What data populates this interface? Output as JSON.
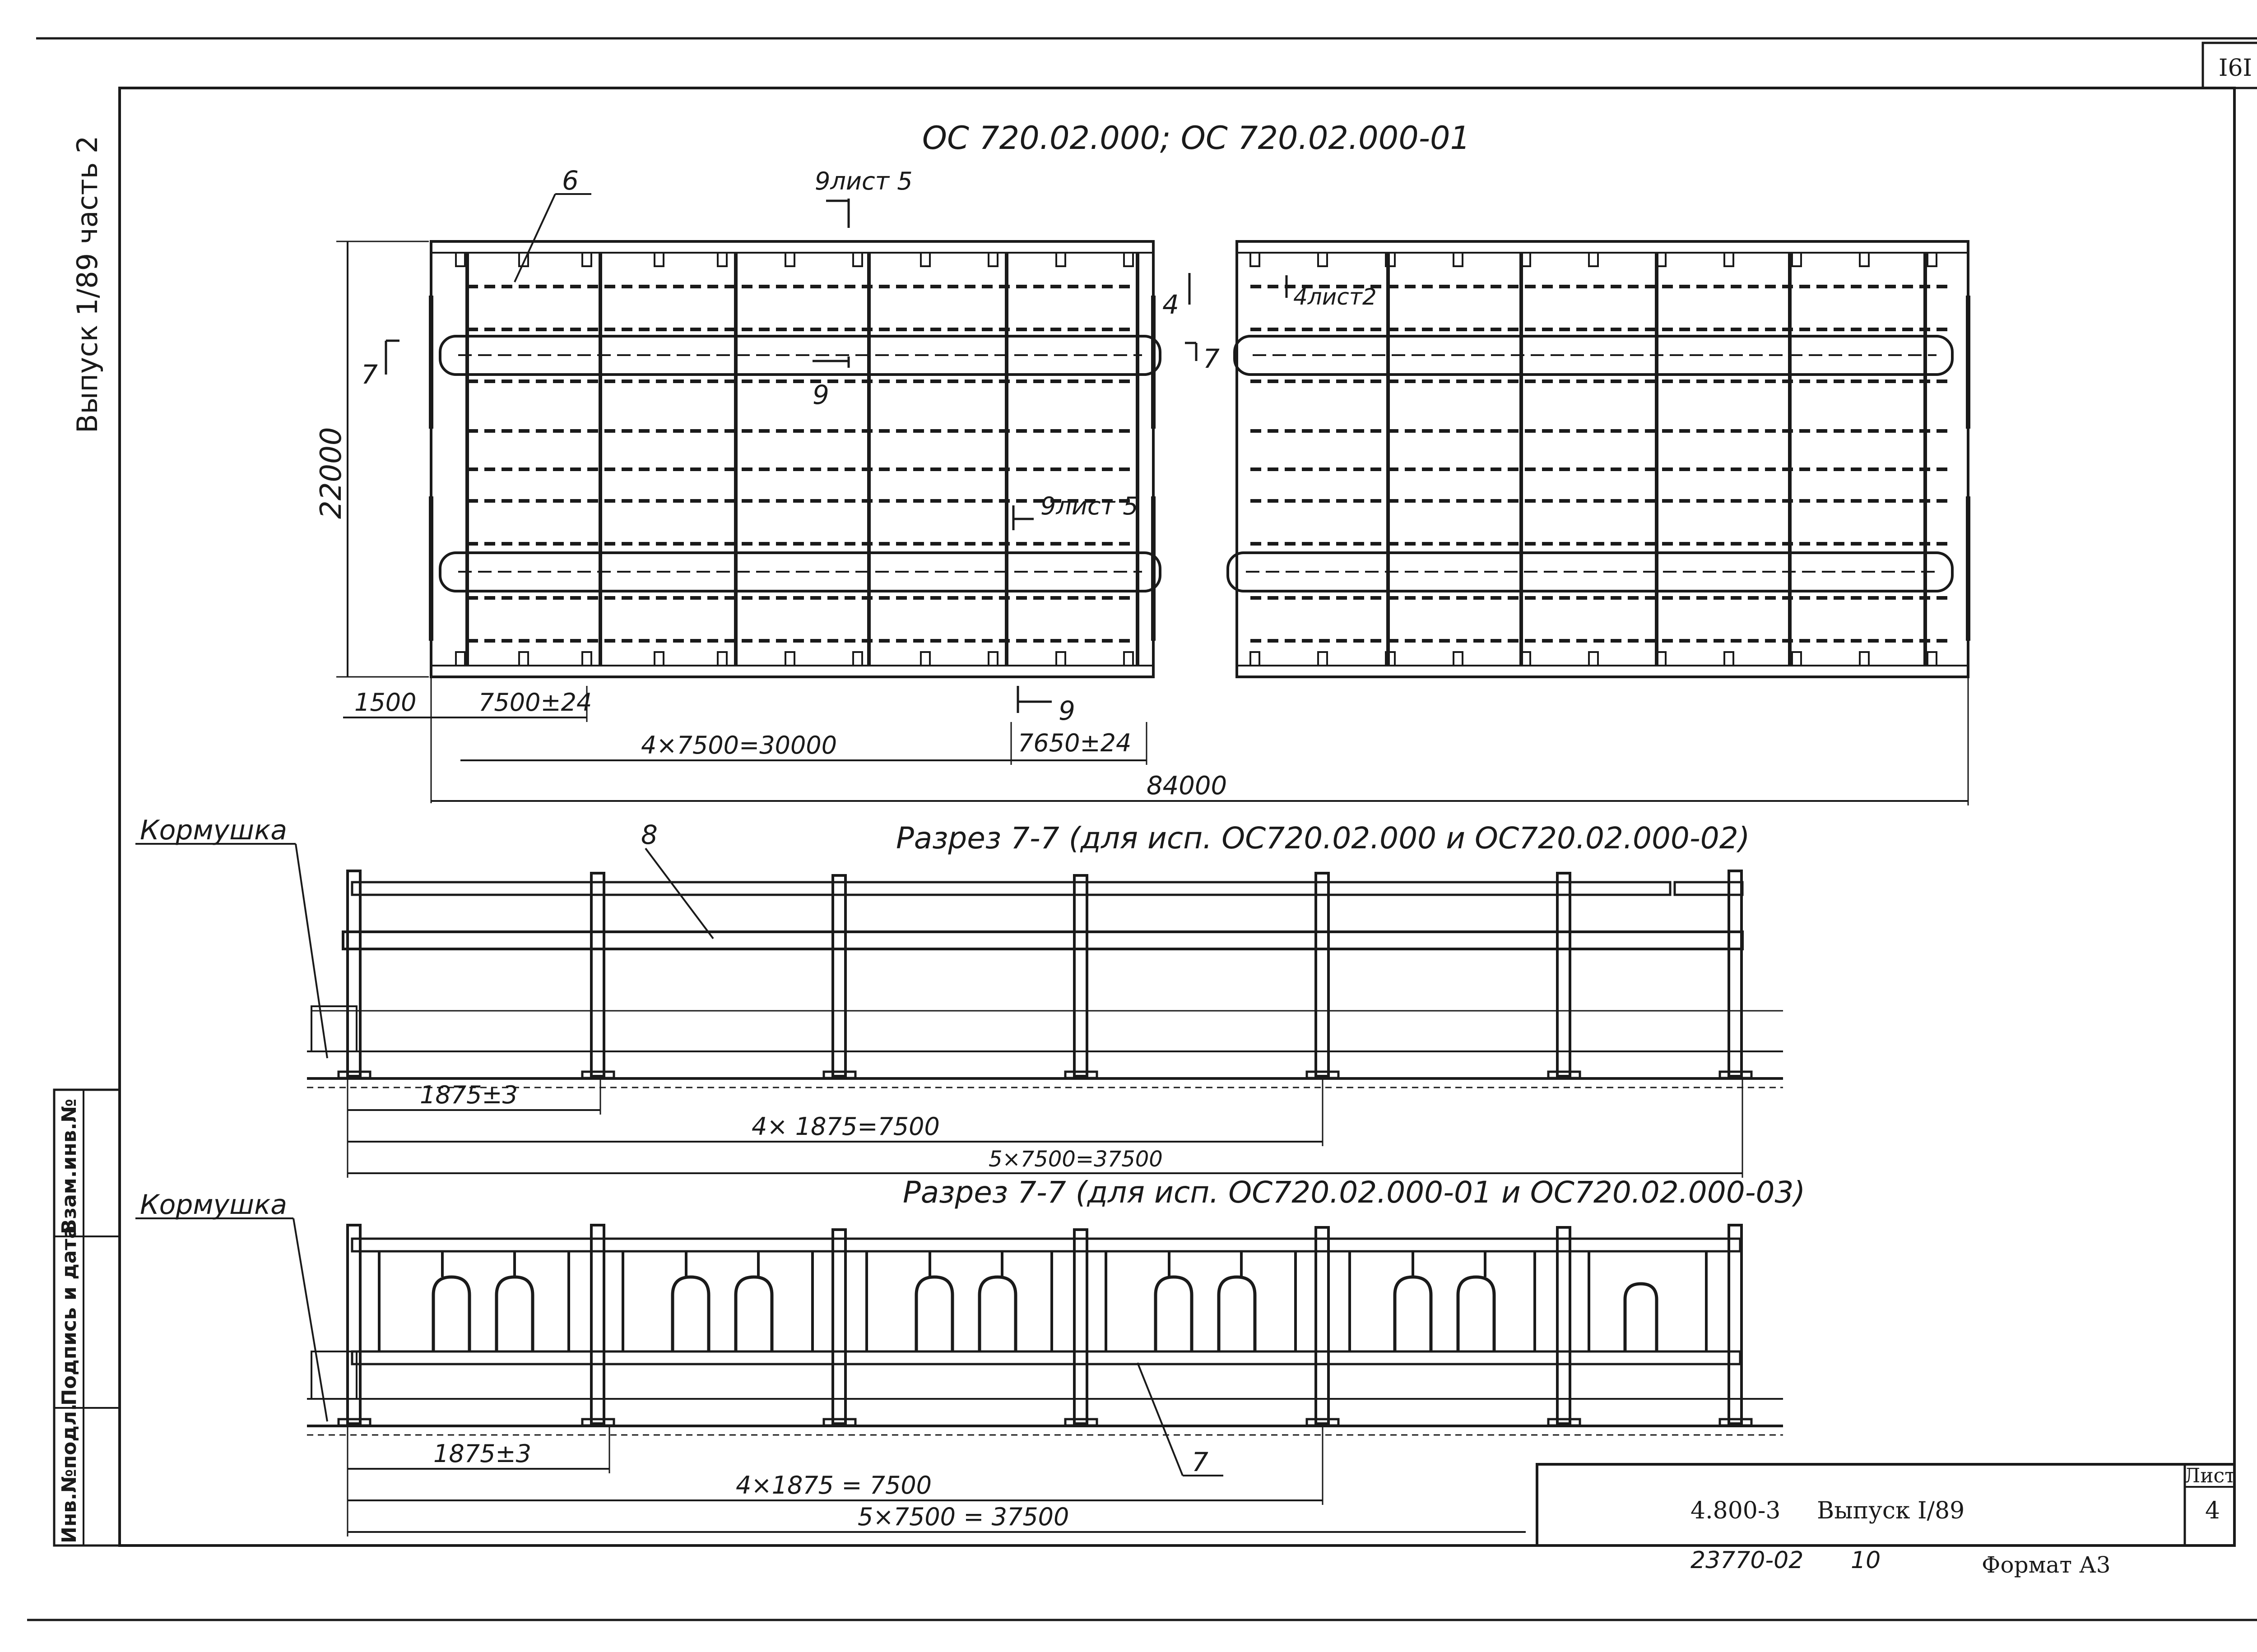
{
  "corner_label": "I6I",
  "side": {
    "issue_vertical": "Выпуск 1/89 часть 2",
    "stamp_cols": [
      "Инв.№подл.",
      "Подпись и дата",
      "Взам.инв.№"
    ]
  },
  "plan": {
    "title": "ОС 720.02.000; ОС 720.02.000-01",
    "callout_6": "6",
    "callout_9_sheet5_top": "9лист 5",
    "callout_9_sheet5_mid": "9лист 5",
    "callout_4_sheet2": "4лист2",
    "mark_4": "4",
    "mark_7_left": "7",
    "mark_7_right": "7",
    "mark_9_mid": "9",
    "mark_9_bottom": "9",
    "dim_height": "22000",
    "dim_1500": "1500",
    "dim_7500": "7500±24",
    "dim_4x7500": "4×7500=30000",
    "dim_7650": "7650±24",
    "dim_total": "84000"
  },
  "section1": {
    "title": "Разрез 7-7 (для исп. ОС720.02.000 и ОС720.02.000-02)",
    "feeder_label": "Кормушка",
    "callout": "8",
    "dim_a": "1875±3",
    "dim_b": "4× 1875=7500",
    "dim_c": "5×7500=37500"
  },
  "section2": {
    "title": "Разрез 7-7 (для исп. ОС720.02.000-01 и ОС720.02.000-03)",
    "feeder_label": "Кормушка",
    "callout": "7",
    "dim_a": "1875±3",
    "dim_b": "4×1875 = 7500",
    "dim_c": "5×7500 = 37500"
  },
  "title_block": {
    "doc_code": "4.800-3",
    "issue": "Выпуск I/89",
    "sheet_label": "Лист",
    "sheet_number": "4"
  },
  "footer": {
    "order_no": "23770-02",
    "copy_no": "10",
    "format": "Формат А3"
  }
}
